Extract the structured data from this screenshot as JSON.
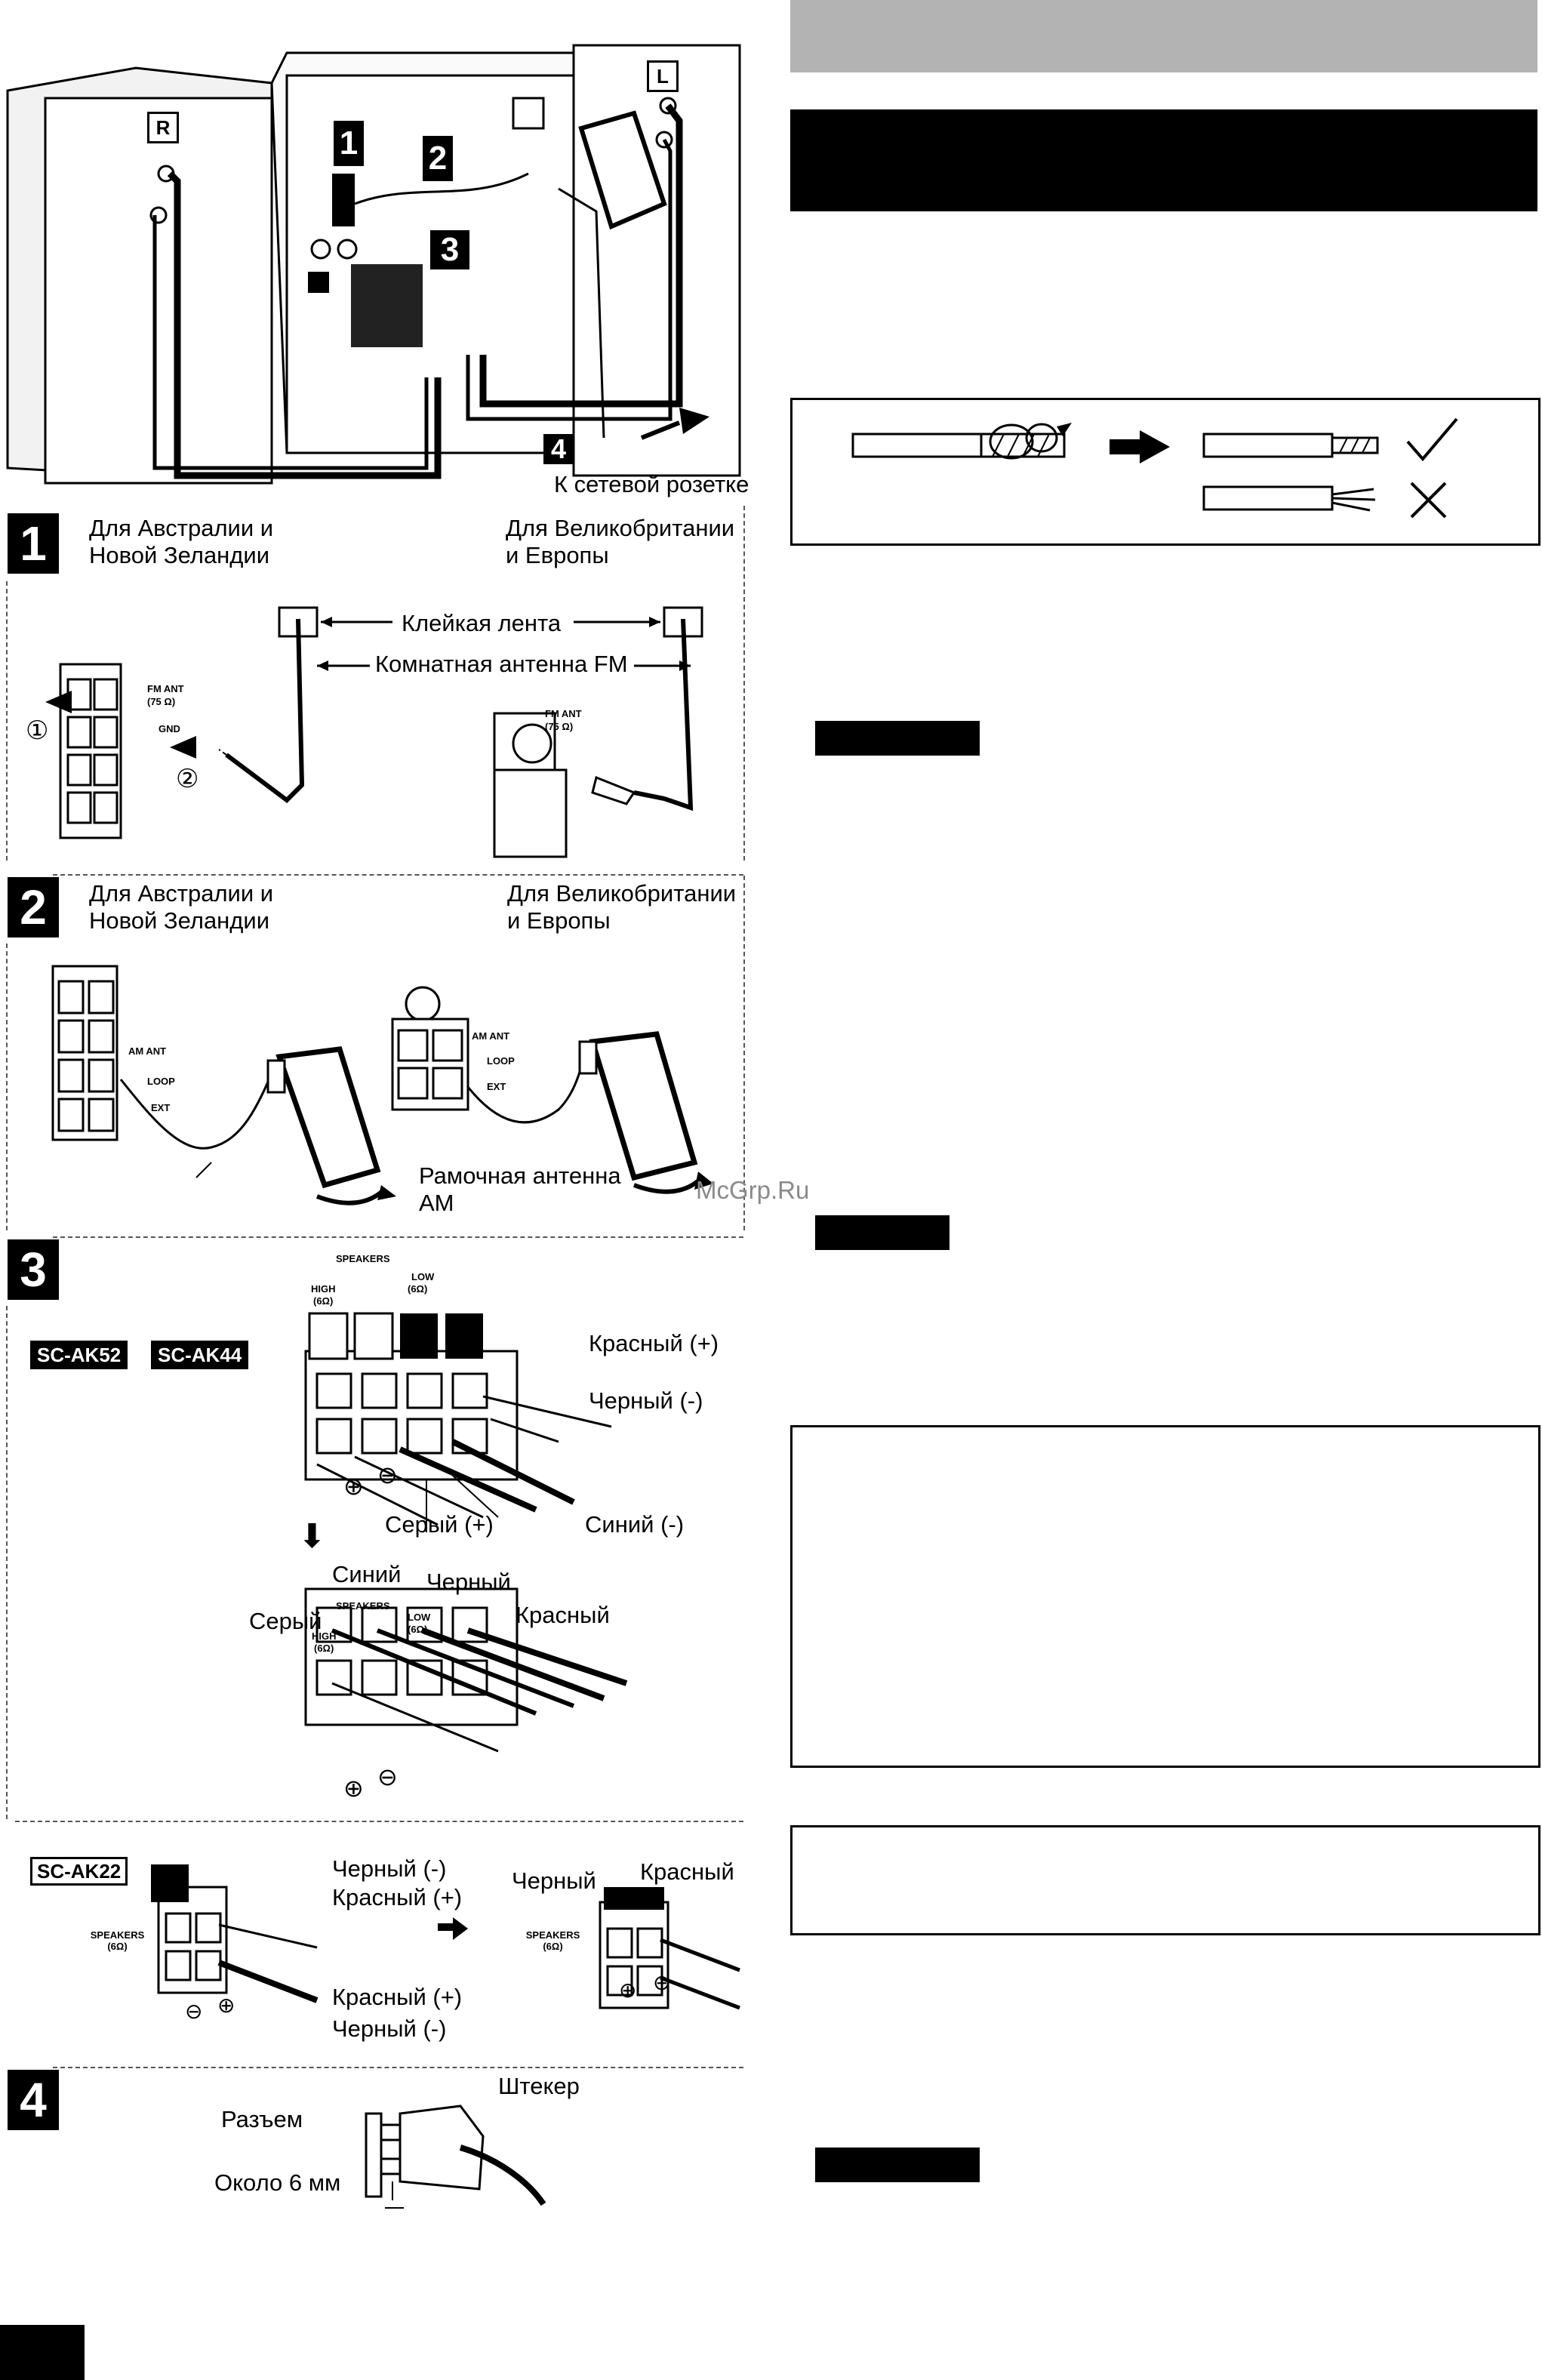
{
  "diagram": {
    "speaker_right_label": "R",
    "speaker_left_label": "L",
    "step_badges": [
      "1",
      "2",
      "3",
      "4"
    ],
    "to_outlet": "К сетевой розетке"
  },
  "step1": {
    "number": "1",
    "left_caption": [
      "Для Австралии и",
      "Новой Зеландии"
    ],
    "right_caption": [
      "Для Великобритании",
      "и Европы"
    ],
    "tape_label": "Клейкая лента",
    "antenna_label": "Комнатная антенна FM",
    "terminal_label": "FM ANT",
    "terminal_ohm": "(75 Ω)",
    "gnd_label": "GND",
    "circle_1": "①",
    "circle_2": "②"
  },
  "step2": {
    "number": "2",
    "left_caption": [
      "Для Австралии и",
      "Новой Зеландии"
    ],
    "right_caption": [
      "Для Великобритании",
      "и Европы"
    ],
    "am_ant": "AM ANT",
    "loop": "LOOP",
    "ext": "EXT",
    "loop_antenna": [
      "Рамочная антенна",
      "AM"
    ]
  },
  "step3": {
    "number": "3",
    "models_a": [
      "SC-AK52",
      "SC-AK44"
    ],
    "speakers": "SPEAKERS",
    "high": "HIGH",
    "high_ohm": "(6Ω)",
    "low": "LOW",
    "low_ohm": "(6Ω)",
    "red_plus": "Красный (+)",
    "black_minus": "Черный (-)",
    "grey_plus": "Серый (+)",
    "blue_minus": "Синий (-)",
    "grey": "Серый",
    "blue": "Синий",
    "black": "Черный",
    "red": "Красный",
    "plus_sign": "⊕",
    "minus_sign": "⊖",
    "model_b": "SC-AK22",
    "speakers_6": "SPEAKERS (6Ω)",
    "black_minus_b": "Черный (-)",
    "red_plus_b": "Красный (+)",
    "red_plus_c": "Красный (+)",
    "black_minus_c": "Черный (-)",
    "black_b": "Черный",
    "red_b": "Красный"
  },
  "step4": {
    "number": "4",
    "socket": "Разъем",
    "plug": "Штекер",
    "approx": "Около 6 мм"
  },
  "right_column": {
    "watermark": "McGrp.Ru"
  }
}
